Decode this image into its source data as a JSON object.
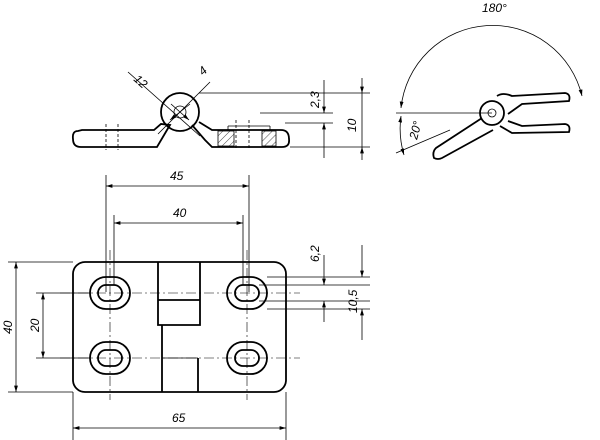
{
  "dimensions": {
    "overall_width": "65",
    "overall_height": "40",
    "hole_spacing_outer": "45",
    "hole_spacing_inner": "40",
    "vertical_hole_spacing": "20",
    "slot_width": "6,2",
    "slot_length": "10,5",
    "pin_diameter": "12",
    "pin_hole": "4",
    "plate_thickness": "2,3",
    "hinge_height": "10",
    "open_angle": "180°",
    "close_angle": "20°"
  }
}
